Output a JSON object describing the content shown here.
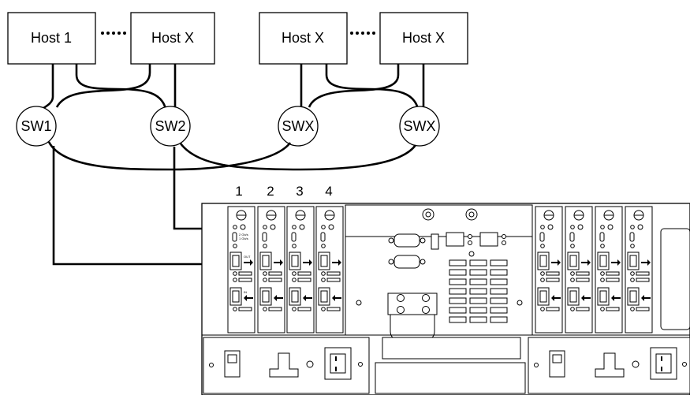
{
  "hosts": [
    {
      "label": "Host 1"
    },
    {
      "label": "Host X"
    },
    {
      "label": "Host X"
    },
    {
      "label": "Host X"
    }
  ],
  "switches": [
    {
      "label": "SW1"
    },
    {
      "label": "SW2"
    },
    {
      "label": "SWX"
    },
    {
      "label": "SWX"
    }
  ],
  "port_numbers": [
    "1",
    "2",
    "3",
    "4"
  ],
  "port_labels": {
    "out": "OUT",
    "in": "IN",
    "speed_top": "2 Gb/s",
    "speed_bottom": "1 Gb/s",
    "fault": "!"
  }
}
